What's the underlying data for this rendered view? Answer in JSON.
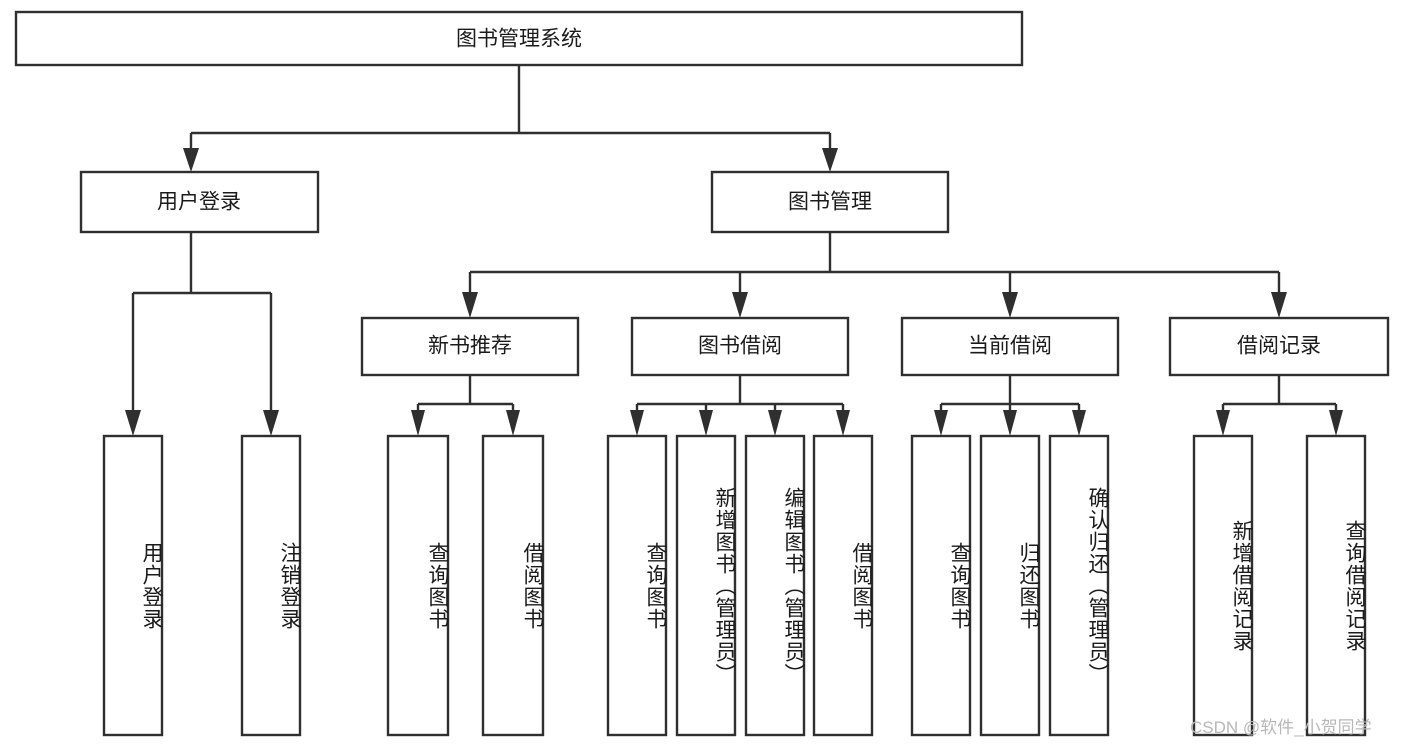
{
  "diagram": {
    "type": "tree-hierarchy",
    "title": "图书管理系统",
    "orientation": "top-down",
    "watermark": "CSDN @软件_小贺同学",
    "levels": [
      {
        "level": 1,
        "nodes": [
          {
            "id": "root",
            "label": "图书管理系统",
            "text_orientation": "horizontal"
          }
        ]
      },
      {
        "level": 2,
        "nodes": [
          {
            "id": "login",
            "label": "用户登录",
            "text_orientation": "horizontal",
            "parent": "root"
          },
          {
            "id": "bookmgmt",
            "label": "图书管理",
            "text_orientation": "horizontal",
            "parent": "root"
          }
        ]
      },
      {
        "level": 3,
        "nodes": [
          {
            "id": "newbook",
            "label": "新书推荐",
            "text_orientation": "horizontal",
            "parent": "bookmgmt"
          },
          {
            "id": "borrow",
            "label": "图书借阅",
            "text_orientation": "horizontal",
            "parent": "bookmgmt"
          },
          {
            "id": "current",
            "label": "当前借阅",
            "text_orientation": "horizontal",
            "parent": "bookmgmt"
          },
          {
            "id": "records",
            "label": "借阅记录",
            "text_orientation": "horizontal",
            "parent": "bookmgmt"
          }
        ]
      },
      {
        "level": 4,
        "nodes": [
          {
            "id": "leaf-1",
            "label": "用户登录",
            "text_orientation": "vertical",
            "parent": "login"
          },
          {
            "id": "leaf-2",
            "label": "注销登录",
            "text_orientation": "vertical",
            "parent": "login"
          },
          {
            "id": "leaf-3",
            "label": "查询图书",
            "text_orientation": "vertical",
            "parent": "newbook"
          },
          {
            "id": "leaf-4",
            "label": "借阅图书",
            "text_orientation": "vertical",
            "parent": "newbook"
          },
          {
            "id": "leaf-5",
            "label": "查询图书",
            "text_orientation": "vertical",
            "parent": "borrow"
          },
          {
            "id": "leaf-6",
            "label": "新增图书（管理员）",
            "text_orientation": "vertical",
            "parent": "borrow"
          },
          {
            "id": "leaf-7",
            "label": "编辑图书（管理员）",
            "text_orientation": "vertical",
            "parent": "borrow"
          },
          {
            "id": "leaf-8",
            "label": "借阅图书",
            "text_orientation": "vertical",
            "parent": "borrow"
          },
          {
            "id": "leaf-9",
            "label": "查询图书",
            "text_orientation": "vertical",
            "parent": "current"
          },
          {
            "id": "leaf-10",
            "label": "归还图书",
            "text_orientation": "vertical",
            "parent": "current"
          },
          {
            "id": "leaf-11",
            "label": "确认归还（管理员）",
            "text_orientation": "vertical",
            "parent": "current"
          },
          {
            "id": "leaf-12",
            "label": "新增借阅记录",
            "text_orientation": "vertical",
            "parent": "records"
          },
          {
            "id": "leaf-13",
            "label": "查询借阅记录",
            "text_orientation": "vertical",
            "parent": "records"
          }
        ]
      }
    ]
  },
  "colors": {
    "box_stroke": "#2f2f2f",
    "box_fill": "#ffffff",
    "label_text": "#1b1b1b",
    "connector": "#2f2f2f",
    "watermark_text": "#b8b8b8",
    "page_background": "#ffffff"
  }
}
